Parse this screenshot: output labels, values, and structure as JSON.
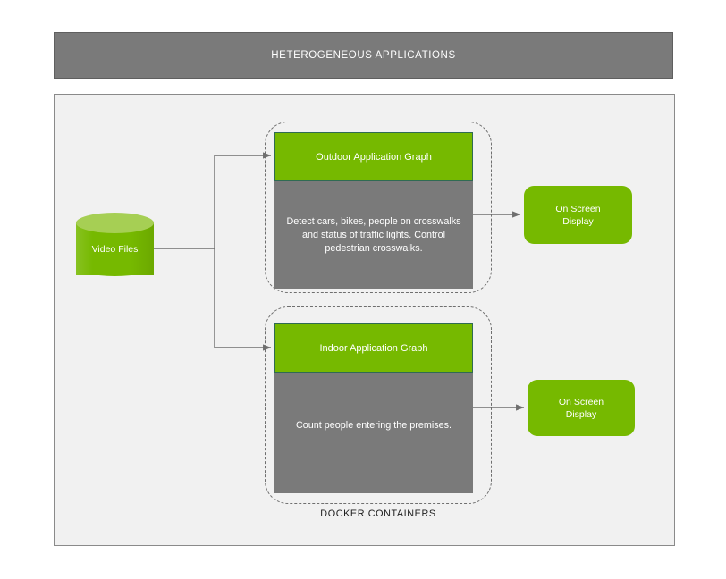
{
  "header": {
    "title": "HETEROGENEOUS APPLICATIONS"
  },
  "diagram": {
    "caption": "DOCKER CONTAINERS",
    "source": {
      "label": "Video Files",
      "shape": "cylinder",
      "color": "#76b900"
    },
    "groups": [
      {
        "name": "outdoor-container",
        "header_label": "Outdoor Application Graph",
        "body_text": "Detect cars, bikes, people on crosswalks and status of traffic lights. Control pedestrian crosswalks.",
        "output_label": "On Screen\nDisplay"
      },
      {
        "name": "indoor-container",
        "header_label": "Indoor Application Graph",
        "body_text": "Count people entering the premises.",
        "output_label": "On Screen\nDisplay"
      }
    ],
    "outputs": [
      {
        "line1": "On Screen",
        "line2": "Display"
      },
      {
        "line1": "On Screen",
        "line2": "Display"
      }
    ],
    "colors": {
      "accent_green": "#76b900",
      "accent_green_light": "#a6cf54",
      "panel_gray": "#7a7a7a",
      "banner_gray": "#7a7a7a",
      "canvas_gray": "#f1f1f1",
      "connector_gray": "#6f6f6f",
      "text_white": "#ffffff"
    }
  }
}
